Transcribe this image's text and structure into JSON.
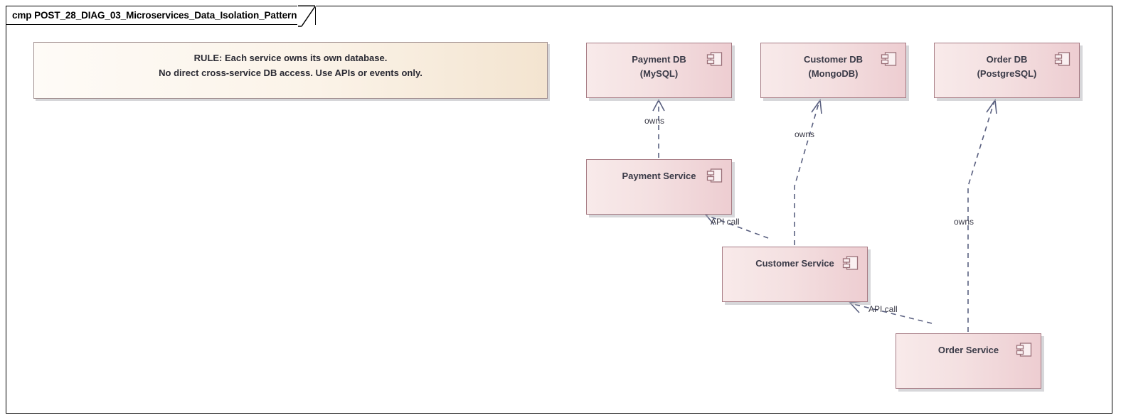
{
  "frame": {
    "label": "cmp POST_28_DIAG_03_Microservices_Data_Isolation_Pattern"
  },
  "note": {
    "name": "rule-note",
    "lines": [
      "RULE: Each service owns its own database.",
      "No direct cross-service DB access. Use APIs or events only."
    ]
  },
  "components": [
    {
      "id": "payment-db",
      "label": "Payment DB\n(MySQL)",
      "icon": "component-icon"
    },
    {
      "id": "customer-db",
      "label": "Customer DB\n(MongoDB)",
      "icon": "component-icon"
    },
    {
      "id": "order-db",
      "label": "Order DB\n(PostgreSQL)",
      "icon": "component-icon"
    },
    {
      "id": "payment-service",
      "label": "Payment Service",
      "icon": "component-icon"
    },
    {
      "id": "customer-service",
      "label": "Customer Service",
      "icon": "component-icon"
    },
    {
      "id": "order-service",
      "label": "Order Service",
      "icon": "component-icon"
    }
  ],
  "connectors": [
    {
      "id": "payment-owns",
      "label": "owns",
      "from": "payment-service",
      "to": "payment-db"
    },
    {
      "id": "customer-owns",
      "label": "owns",
      "from": "customer-service",
      "to": "customer-db"
    },
    {
      "id": "order-owns",
      "label": "owns",
      "from": "order-service",
      "to": "order-db"
    },
    {
      "id": "customer-api-call",
      "label": "API call",
      "from": "customer-service",
      "to": "payment-service"
    },
    {
      "id": "order-api-call",
      "label": "API call",
      "from": "order-service",
      "to": "customer-service"
    }
  ],
  "colors": {
    "component_border": "#a77b84",
    "component_fill_light": "#f8eaea",
    "component_fill_dark": "#edcdd1",
    "note_border": "#a08f8f",
    "note_fill_light": "#fefbf7",
    "note_fill_dark": "#f3e4d0",
    "connector": "#5a6080",
    "frame_border": "#000000",
    "text": "#3a3a47"
  }
}
